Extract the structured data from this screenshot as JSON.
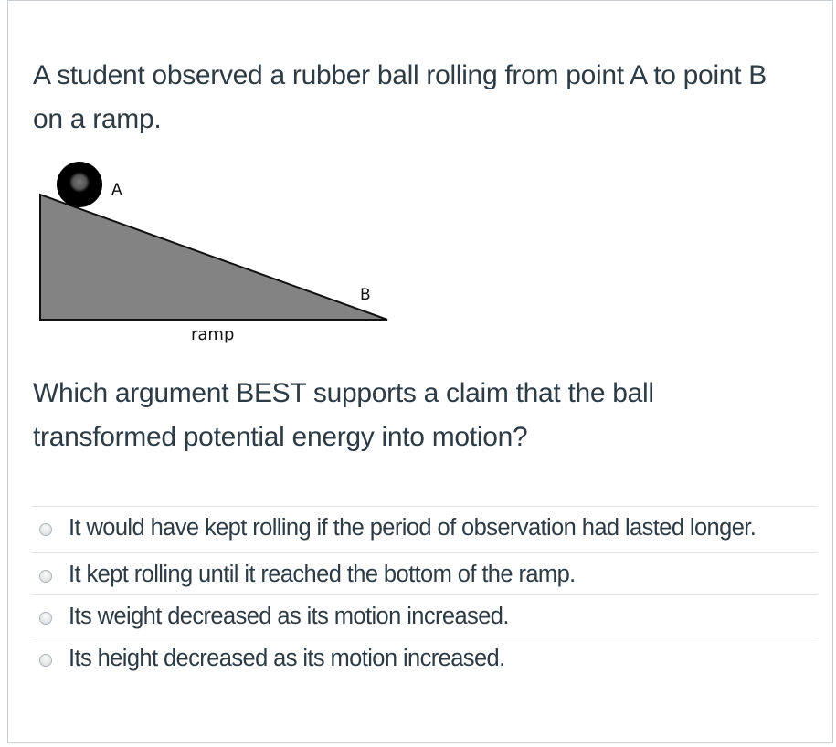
{
  "question": {
    "stem": "A student observed a rubber ball rolling from point A to point B on a ramp.",
    "prompt": "Which argument BEST supports a claim that the ball transformed potential energy into motion?"
  },
  "diagram": {
    "label_a": "A",
    "label_b": "B",
    "label_ramp": "ramp"
  },
  "answers": [
    {
      "text": "It would have kept rolling if the period of observation had lasted longer.",
      "selected": false
    },
    {
      "text": "It kept rolling until it reached the bottom of the ramp.",
      "selected": false
    },
    {
      "text": "Its weight decreased as its motion increased.",
      "selected": false
    },
    {
      "text": "Its height decreased as its motion increased.",
      "selected": false
    }
  ]
}
